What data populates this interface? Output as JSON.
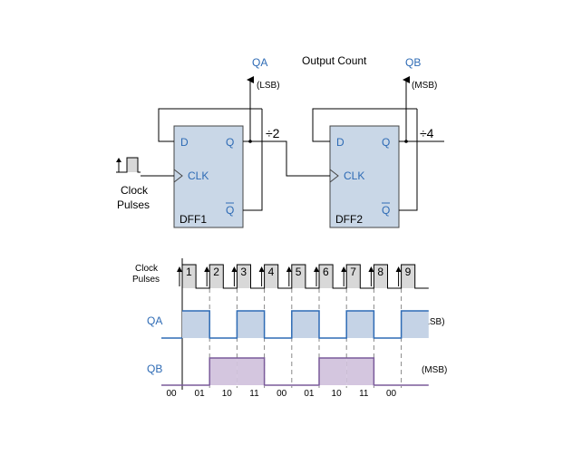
{
  "circuit": {
    "output_title": "Output Count",
    "qa_label": "QA",
    "qb_label": "QB",
    "lsb": "(LSB)",
    "msb": "(MSB)",
    "div2": "÷2",
    "div4": "÷4",
    "clock_line1": "Clock",
    "clock_line2": "Pulses",
    "ff1": {
      "d": "D",
      "q": "Q",
      "clk": "CLK",
      "qbar": "Q",
      "name": "DFF1"
    },
    "ff2": {
      "d": "D",
      "q": "Q",
      "clk": "CLK",
      "qbar": "Q",
      "name": "DFF2"
    }
  },
  "timing": {
    "clock_line1": "Clock",
    "clock_line2": "Pulses",
    "qa_label": "QA",
    "qb_label": "QB",
    "lsb": "(LSB)",
    "msb": "(MSB)",
    "pulse_numbers": [
      "1",
      "2",
      "3",
      "4",
      "5",
      "6",
      "7",
      "8",
      "9"
    ],
    "counts": [
      "00",
      "01",
      "10",
      "11",
      "00",
      "01",
      "10",
      "11",
      "00"
    ],
    "qa_levels": [
      1,
      0,
      1,
      0,
      1,
      0,
      1,
      0,
      1
    ],
    "qb_levels": [
      0,
      1,
      1,
      0,
      0,
      1,
      1,
      0,
      0
    ],
    "colors": {
      "qa_fill": "#c5d3e6",
      "qa_line": "#2e6bb5",
      "qb_fill": "#d4c6df",
      "qb_line": "#7a5a9a",
      "ff_fill": "#c9d7e7",
      "clock_fill": "#d8d8d8"
    }
  }
}
